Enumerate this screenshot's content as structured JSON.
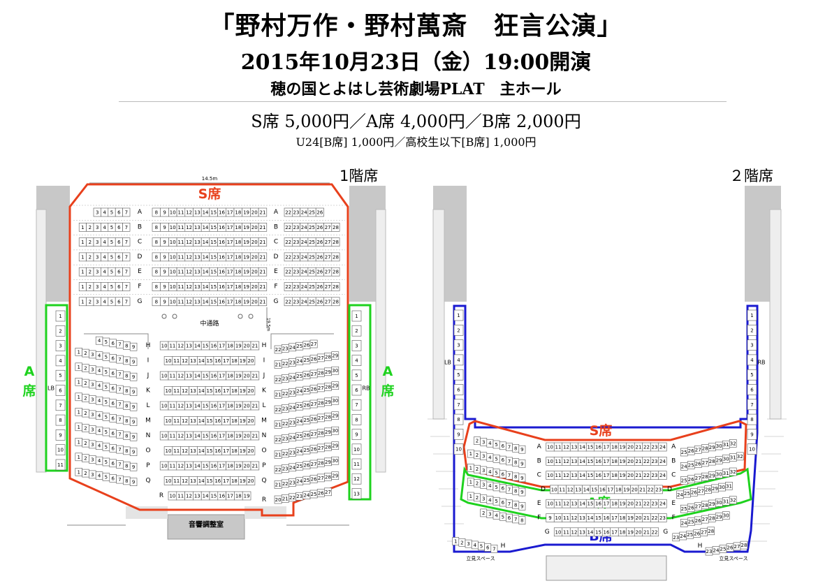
{
  "header": {
    "title": "「野村万作・野村萬斎　狂言公演」",
    "datetime": "2015年10月23日（金）19:00開演",
    "venue": "穂の国とよはし芸術劇場PLAT　主ホール",
    "prices": "S席 5,000円／A席 4,000円／B席 2,000円",
    "discounts": "U24[B席] 1,000円／高校生以下[B席] 1,000円"
  },
  "floor1": {
    "label": "1階席",
    "width_label": "14.5m",
    "depth_label": "19.5m",
    "aisle_label": "中通路",
    "booth_label": "音響調整室",
    "box_left": "LB",
    "box_right": "RB",
    "zone_s": "S席",
    "zone_a": "A席",
    "upper_rows": [
      {
        "row": "A",
        "left": [
          3,
          4,
          5,
          6,
          7
        ],
        "center": [
          8,
          9,
          10,
          11,
          12,
          13,
          14,
          15,
          16,
          17,
          18,
          19,
          20,
          21
        ],
        "right": [
          22,
          23,
          24,
          25,
          26
        ]
      },
      {
        "row": "B",
        "left": [
          1,
          2,
          3,
          4,
          5,
          6,
          7
        ],
        "center": [
          8,
          9,
          10,
          11,
          12,
          13,
          14,
          15,
          16,
          17,
          18,
          19,
          20,
          21
        ],
        "right": [
          22,
          23,
          24,
          25,
          26,
          27,
          28
        ]
      },
      {
        "row": "C",
        "left": [
          1,
          2,
          3,
          4,
          5,
          6,
          7
        ],
        "center": [
          8,
          9,
          10,
          11,
          12,
          13,
          14,
          15,
          16,
          17,
          18,
          19,
          20,
          21
        ],
        "right": [
          22,
          23,
          24,
          25,
          26,
          27,
          28
        ]
      },
      {
        "row": "D",
        "left": [
          1,
          2,
          3,
          4,
          5,
          6,
          7
        ],
        "center": [
          8,
          9,
          10,
          11,
          12,
          13,
          14,
          15,
          16,
          17,
          18,
          19,
          20,
          21
        ],
        "right": [
          22,
          23,
          24,
          25,
          26,
          27,
          28
        ]
      },
      {
        "row": "E",
        "left": [
          1,
          2,
          3,
          4,
          5,
          6,
          7
        ],
        "center": [
          8,
          9,
          10,
          11,
          12,
          13,
          14,
          15,
          16,
          17,
          18,
          19,
          20,
          21
        ],
        "right": [
          22,
          23,
          24,
          25,
          26,
          27,
          28
        ]
      },
      {
        "row": "F",
        "left": [
          1,
          2,
          3,
          4,
          5,
          6,
          7
        ],
        "center": [
          8,
          9,
          10,
          11,
          12,
          13,
          14,
          15,
          16,
          17,
          18,
          19,
          20,
          21
        ],
        "right": [
          22,
          23,
          24,
          25,
          26,
          27,
          28
        ]
      },
      {
        "row": "G",
        "left": [
          1,
          2,
          3,
          4,
          5,
          6,
          7
        ],
        "center": [
          8,
          9,
          10,
          11,
          12,
          13,
          14,
          15,
          16,
          17,
          18,
          19,
          20,
          21
        ],
        "right": [
          22,
          23,
          24,
          25,
          26,
          27,
          28
        ]
      }
    ],
    "lower_rows": [
      {
        "row": "H",
        "left": [
          4,
          5,
          6,
          7,
          8,
          9
        ],
        "center": [
          10,
          11,
          12,
          13,
          14,
          15,
          16,
          17,
          18,
          19,
          20,
          21
        ],
        "right": [
          22,
          23,
          24,
          25,
          26,
          27
        ]
      },
      {
        "row": "I",
        "left": [
          1,
          2,
          3,
          4,
          5,
          6,
          7,
          8,
          9
        ],
        "center": [
          10,
          11,
          12,
          13,
          14,
          15,
          16,
          17,
          18,
          19,
          20
        ],
        "right": [
          21,
          22,
          23,
          24,
          25,
          26,
          27,
          28,
          29
        ]
      },
      {
        "row": "J",
        "left": [
          1,
          2,
          3,
          4,
          5,
          6,
          7,
          8,
          9
        ],
        "center": [
          10,
          11,
          12,
          13,
          14,
          15,
          16,
          17,
          18,
          19,
          20,
          21
        ],
        "right": [
          22,
          23,
          24,
          25,
          26,
          27,
          28,
          29,
          30
        ]
      },
      {
        "row": "K",
        "left": [
          1,
          2,
          3,
          4,
          5,
          6,
          7,
          8,
          9
        ],
        "center": [
          10,
          11,
          12,
          13,
          14,
          15,
          16,
          17,
          18,
          19,
          20
        ],
        "right": [
          21,
          22,
          23,
          24,
          25,
          26,
          27,
          28,
          29
        ]
      },
      {
        "row": "L",
        "left": [
          1,
          2,
          3,
          4,
          5,
          6,
          7,
          8,
          9
        ],
        "center": [
          10,
          11,
          12,
          13,
          14,
          15,
          16,
          17,
          18,
          19,
          20,
          21
        ],
        "right": [
          22,
          23,
          24,
          25,
          26,
          27,
          28,
          29,
          30
        ]
      },
      {
        "row": "M",
        "left": [
          1,
          2,
          3,
          4,
          5,
          6,
          7,
          8,
          9
        ],
        "center": [
          10,
          11,
          12,
          13,
          14,
          15,
          16,
          17,
          18,
          19,
          20
        ],
        "right": [
          21,
          22,
          23,
          24,
          25,
          26,
          27,
          28,
          29
        ]
      },
      {
        "row": "N",
        "left": [
          1,
          2,
          3,
          4,
          5,
          6,
          7,
          8,
          9
        ],
        "center": [
          10,
          11,
          12,
          13,
          14,
          15,
          16,
          17,
          18,
          19,
          20,
          21
        ],
        "right": [
          22,
          23,
          24,
          25,
          26,
          27,
          28,
          29,
          30
        ]
      },
      {
        "row": "O",
        "left": [
          1,
          2,
          3,
          4,
          5,
          6,
          7,
          8,
          9
        ],
        "center": [
          10,
          11,
          12,
          13,
          14,
          15,
          16,
          17,
          18,
          19,
          20
        ],
        "right": [
          21,
          22,
          23,
          24,
          25,
          26,
          27,
          28,
          29
        ]
      },
      {
        "row": "P",
        "left": [
          1,
          2,
          3,
          4,
          5,
          6,
          7,
          8,
          9
        ],
        "center": [
          10,
          11,
          12,
          13,
          14,
          15,
          16,
          17,
          18,
          19,
          20,
          21
        ],
        "right": [
          22,
          23,
          24,
          25,
          26,
          27,
          28,
          29,
          30
        ]
      },
      {
        "row": "Q",
        "left": [
          1,
          2,
          3,
          4,
          5,
          6,
          7,
          8,
          9
        ],
        "center": [
          10,
          11,
          12,
          13,
          14,
          15,
          16,
          17,
          18,
          19,
          20
        ],
        "right": [
          21,
          22,
          23,
          24,
          25,
          26,
          27,
          28,
          29
        ]
      },
      {
        "row": "R",
        "left": [],
        "center": [
          10,
          11,
          12,
          13,
          14,
          15,
          16,
          17,
          18,
          19
        ],
        "right": [
          20,
          21,
          22,
          23,
          24,
          25,
          26,
          27
        ]
      }
    ],
    "box_seats": [
      1,
      2,
      3,
      4,
      5,
      6,
      7,
      8,
      9,
      10,
      11
    ],
    "box_seats_right": [
      1,
      2,
      3,
      4,
      5,
      6,
      7,
      8,
      9,
      10,
      11,
      12,
      13
    ]
  },
  "floor2": {
    "label": "２階席",
    "box_left": "LB",
    "box_right": "RB",
    "zone_s": "S席",
    "zone_a": "A席",
    "zone_b": "B席",
    "standing_label": "立見スペース",
    "box_seats": [
      1,
      2,
      3,
      4,
      5,
      6,
      7,
      8,
      9,
      10
    ],
    "rows": [
      {
        "row": "A",
        "left": [
          2,
          3,
          4,
          5,
          6,
          7,
          8,
          9
        ],
        "center": [
          10,
          11,
          12,
          13,
          14,
          15,
          16,
          17,
          18,
          19,
          20,
          21,
          22,
          23,
          24
        ],
        "right": [
          25,
          26,
          27,
          28,
          29,
          30,
          31,
          32
        ]
      },
      {
        "row": "B",
        "left": [
          1,
          2,
          3,
          4,
          5,
          6,
          7,
          8,
          9
        ],
        "center": [
          10,
          11,
          12,
          13,
          14,
          15,
          16,
          17,
          18,
          19,
          20,
          21,
          22,
          23,
          24
        ],
        "right": [
          24,
          25,
          26,
          27,
          28,
          29,
          30,
          31,
          32
        ]
      },
      {
        "row": "C",
        "left": [
          1,
          2,
          3,
          4,
          5,
          6,
          7,
          8,
          9
        ],
        "center": [
          10,
          11,
          12,
          13,
          14,
          15,
          16,
          17,
          18,
          19,
          20,
          21,
          22,
          23,
          24
        ],
        "right": [
          25,
          26,
          27,
          28,
          29,
          30,
          31,
          32
        ]
      },
      {
        "row": "D",
        "left": [
          1,
          2,
          3,
          4,
          5,
          6,
          7,
          8,
          9
        ],
        "center": [
          10,
          11,
          12,
          13,
          14,
          15,
          16,
          17,
          18,
          19,
          20,
          21,
          22,
          23
        ],
        "right": [
          24,
          25,
          26,
          27,
          28,
          29,
          30,
          31
        ]
      },
      {
        "row": "E",
        "left": [
          1,
          2,
          3,
          4,
          5,
          6,
          7,
          8,
          9
        ],
        "center": [
          10,
          11,
          12,
          13,
          14,
          15,
          16,
          17,
          18,
          19,
          20,
          21,
          22,
          23,
          24
        ],
        "right": [
          25,
          26,
          27,
          28,
          29,
          30,
          31,
          32
        ]
      },
      {
        "row": "F",
        "left": [
          2,
          3,
          4,
          5,
          6,
          7,
          8
        ],
        "center": [
          9,
          10,
          11,
          12,
          13,
          14,
          15,
          16,
          17,
          18,
          19,
          20,
          21,
          22,
          23
        ],
        "right": [
          24,
          25,
          26,
          27,
          28,
          29,
          30
        ]
      },
      {
        "row": "G",
        "left": [],
        "center": [
          10,
          11,
          12,
          13,
          14,
          15,
          16,
          17,
          18,
          19,
          20,
          21,
          22
        ],
        "right": [
          23,
          24,
          25,
          26,
          27,
          28
        ]
      },
      {
        "row": "H",
        "left": [
          1,
          2,
          3,
          4,
          5,
          6,
          7
        ],
        "center": [],
        "right": [
          23,
          24,
          25,
          26,
          27,
          28
        ]
      }
    ]
  },
  "colors": {
    "s_zone": "#e8401c",
    "a_zone": "#1ed21e",
    "b_zone": "#1a1ad0",
    "structure": "#c8c8c8"
  }
}
